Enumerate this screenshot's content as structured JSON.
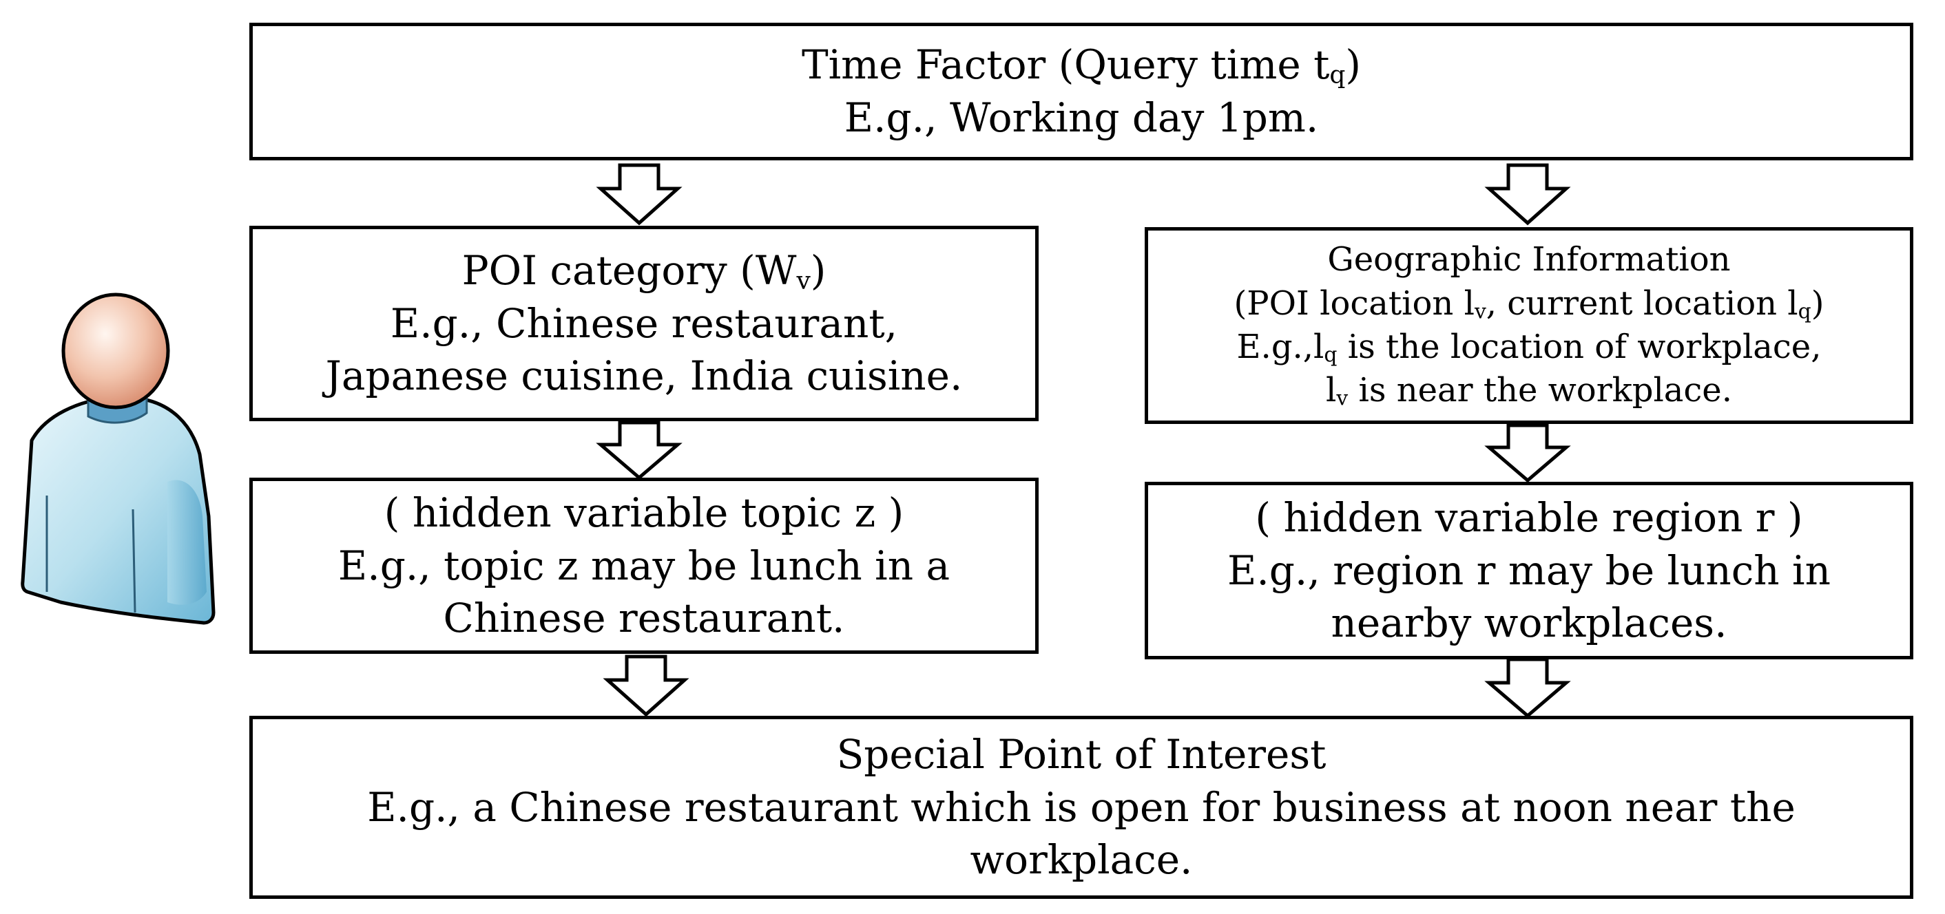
{
  "time_factor": {
    "title_main": "Time Factor (Query time t",
    "title_sub": "q",
    "title_end": ")",
    "example": "E.g., Working day 1pm."
  },
  "poi_category": {
    "title_main": "POI category (W",
    "title_sub": "v",
    "title_end": ")",
    "example_1": "E.g., Chinese restaurant,",
    "example_2": "Japanese cuisine, India cuisine."
  },
  "geographic": {
    "title": "Geographic Information",
    "line2_a": "(POI location l",
    "line2_sub1": "v",
    "line2_b": ", current location l",
    "line2_sub2": "q",
    "line2_c": ")",
    "line3_a": "E.g.,l",
    "line3_sub": "q",
    "line3_b": " is the location of workplace,",
    "line4_a": "l",
    "line4_sub": "v",
    "line4_b": " is near the workplace."
  },
  "hidden_topic": {
    "title": "( hidden variable topic z )",
    "example_1": "E.g., topic z may be lunch in a",
    "example_2": "Chinese restaurant."
  },
  "hidden_region": {
    "title": "( hidden variable region r )",
    "example_1": "E.g., region r may be lunch in",
    "example_2": "nearby workplaces."
  },
  "special_poi": {
    "title": "Special Point of Interest",
    "example_1": "E.g., a Chinese restaurant which is open for business at noon near the",
    "example_2": "workplace."
  },
  "icons": {
    "user": "user-icon",
    "arrow": "down-arrow-icon"
  }
}
